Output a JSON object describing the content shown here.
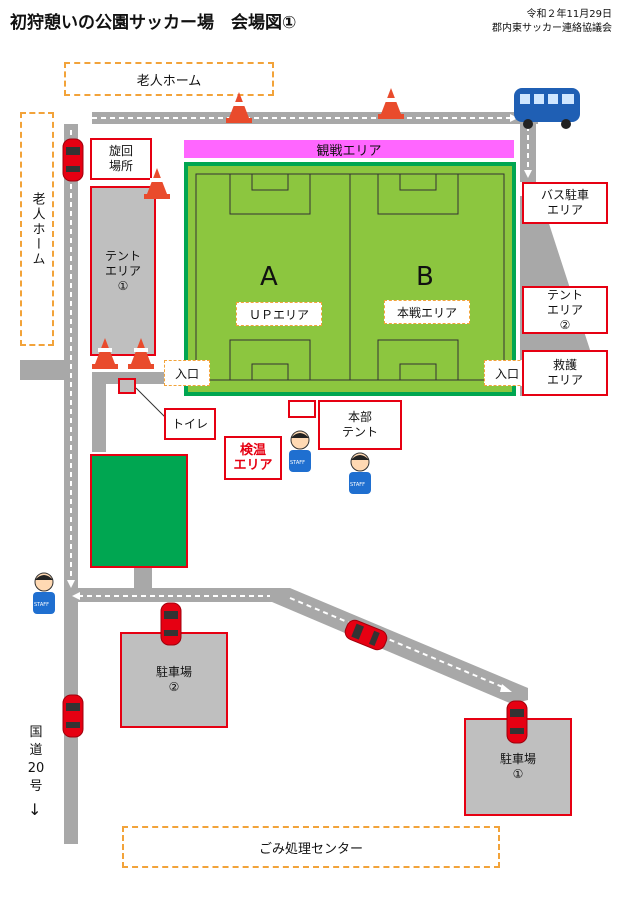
{
  "header": {
    "title": "初狩憩いの公園サッカー場　会場図①",
    "date": "令和２年11月29日",
    "organizer": "郡内東サッカー連絡協議会"
  },
  "labels": {
    "elderly_home_top": "老人ホーム",
    "elderly_home_left": "老人ホーム",
    "turnaround": "旋回\n場所",
    "tent_area_1": "テント\nエリア\n①",
    "spectator_area": "観戦エリア",
    "pitch_a": "A",
    "pitch_b": "B",
    "up_area": "ＵＰエリア",
    "main_area": "本戦エリア",
    "entrance_left": "入口",
    "entrance_right": "入口",
    "bus_parking": "バス駐車\nエリア",
    "tent_area_2": "テント\nエリア\n②",
    "rescue_area": "救護\nエリア",
    "toilet": "トイレ",
    "hq_tent": "本部\nテント",
    "temperature_check": "検温\nエリア",
    "parking_2": "駐車場\n②",
    "parking_1": "駐車場\n①",
    "route_20": "国\n道\n20\n号",
    "route_arrow": "↓",
    "garbage_center": "ごみ処理センター",
    "staff": "STAFF"
  },
  "colors": {
    "road": "#a8a8a8",
    "field_green": "#8cc63f",
    "field_border": "#00a651",
    "spectator": "#ff66ff",
    "red": "#e60012",
    "orange_dash": "#f2a33a",
    "grey_area": "#bfbfbf"
  },
  "icons": [
    "traffic-cone-icon",
    "red-car-icon",
    "blue-bus-icon",
    "staff-person-icon",
    "arrow-down-icon"
  ]
}
